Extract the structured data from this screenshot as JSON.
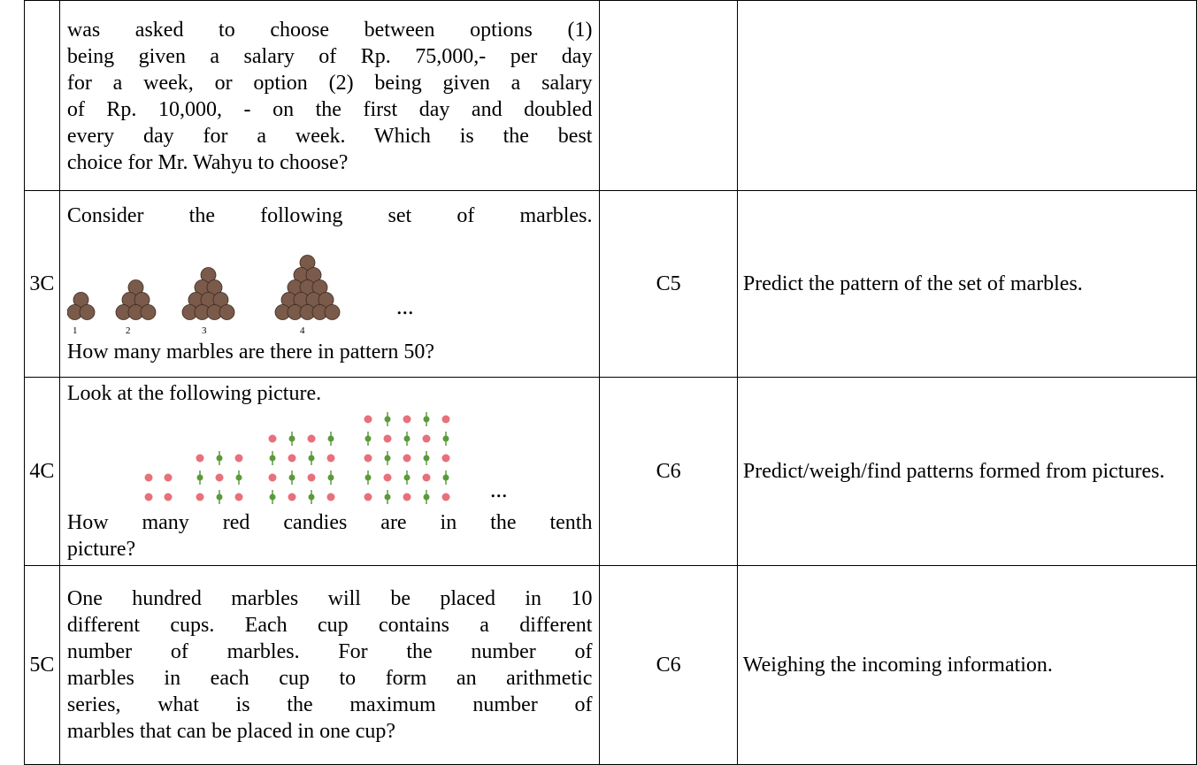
{
  "rows": [
    {
      "no": "",
      "question_lines": [
        "was asked to choose between options (1)",
        "being given a salary of Rp. 75,000,- per day",
        "for a week, or option (2) being given a salary",
        "of Rp. 10,000, - on the first day and doubled",
        "every day for a week. Which is the best",
        "choice for Mr. Wahyu to choose?"
      ],
      "indicator": "",
      "description": ""
    },
    {
      "no": "3C",
      "question_top": "Consider the following set of marbles.",
      "figure_labels": [
        "1",
        "2",
        "3",
        "4"
      ],
      "ellipsis": "...",
      "question_bottom": "How many marbles are there in pattern 50?",
      "indicator": "C5",
      "description": "Predict the pattern of the set of marbles."
    },
    {
      "no": "4C",
      "question_top": "Look at the following picture.",
      "ellipsis": "...",
      "question_bottom_lines": [
        "How many red candies are in the tenth",
        "picture?"
      ],
      "indicator": "C6",
      "description": "Predict/weigh/find patterns formed from pictures."
    },
    {
      "no": "5C",
      "question_lines": [
        "One hundred marbles will be placed in 10",
        "different cups. Each cup contains a different",
        "number of marbles. For the number of",
        "marbles in each cup to form an arithmetic",
        "series, what is the maximum number of",
        "marbles that can be placed in one cup?"
      ],
      "indicator": "C6",
      "description": "Weighing the incoming information."
    }
  ],
  "colors": {
    "marble": "#7a5a4a",
    "candy_red": "#e8707a",
    "candy_green": "#5a9a3a"
  }
}
